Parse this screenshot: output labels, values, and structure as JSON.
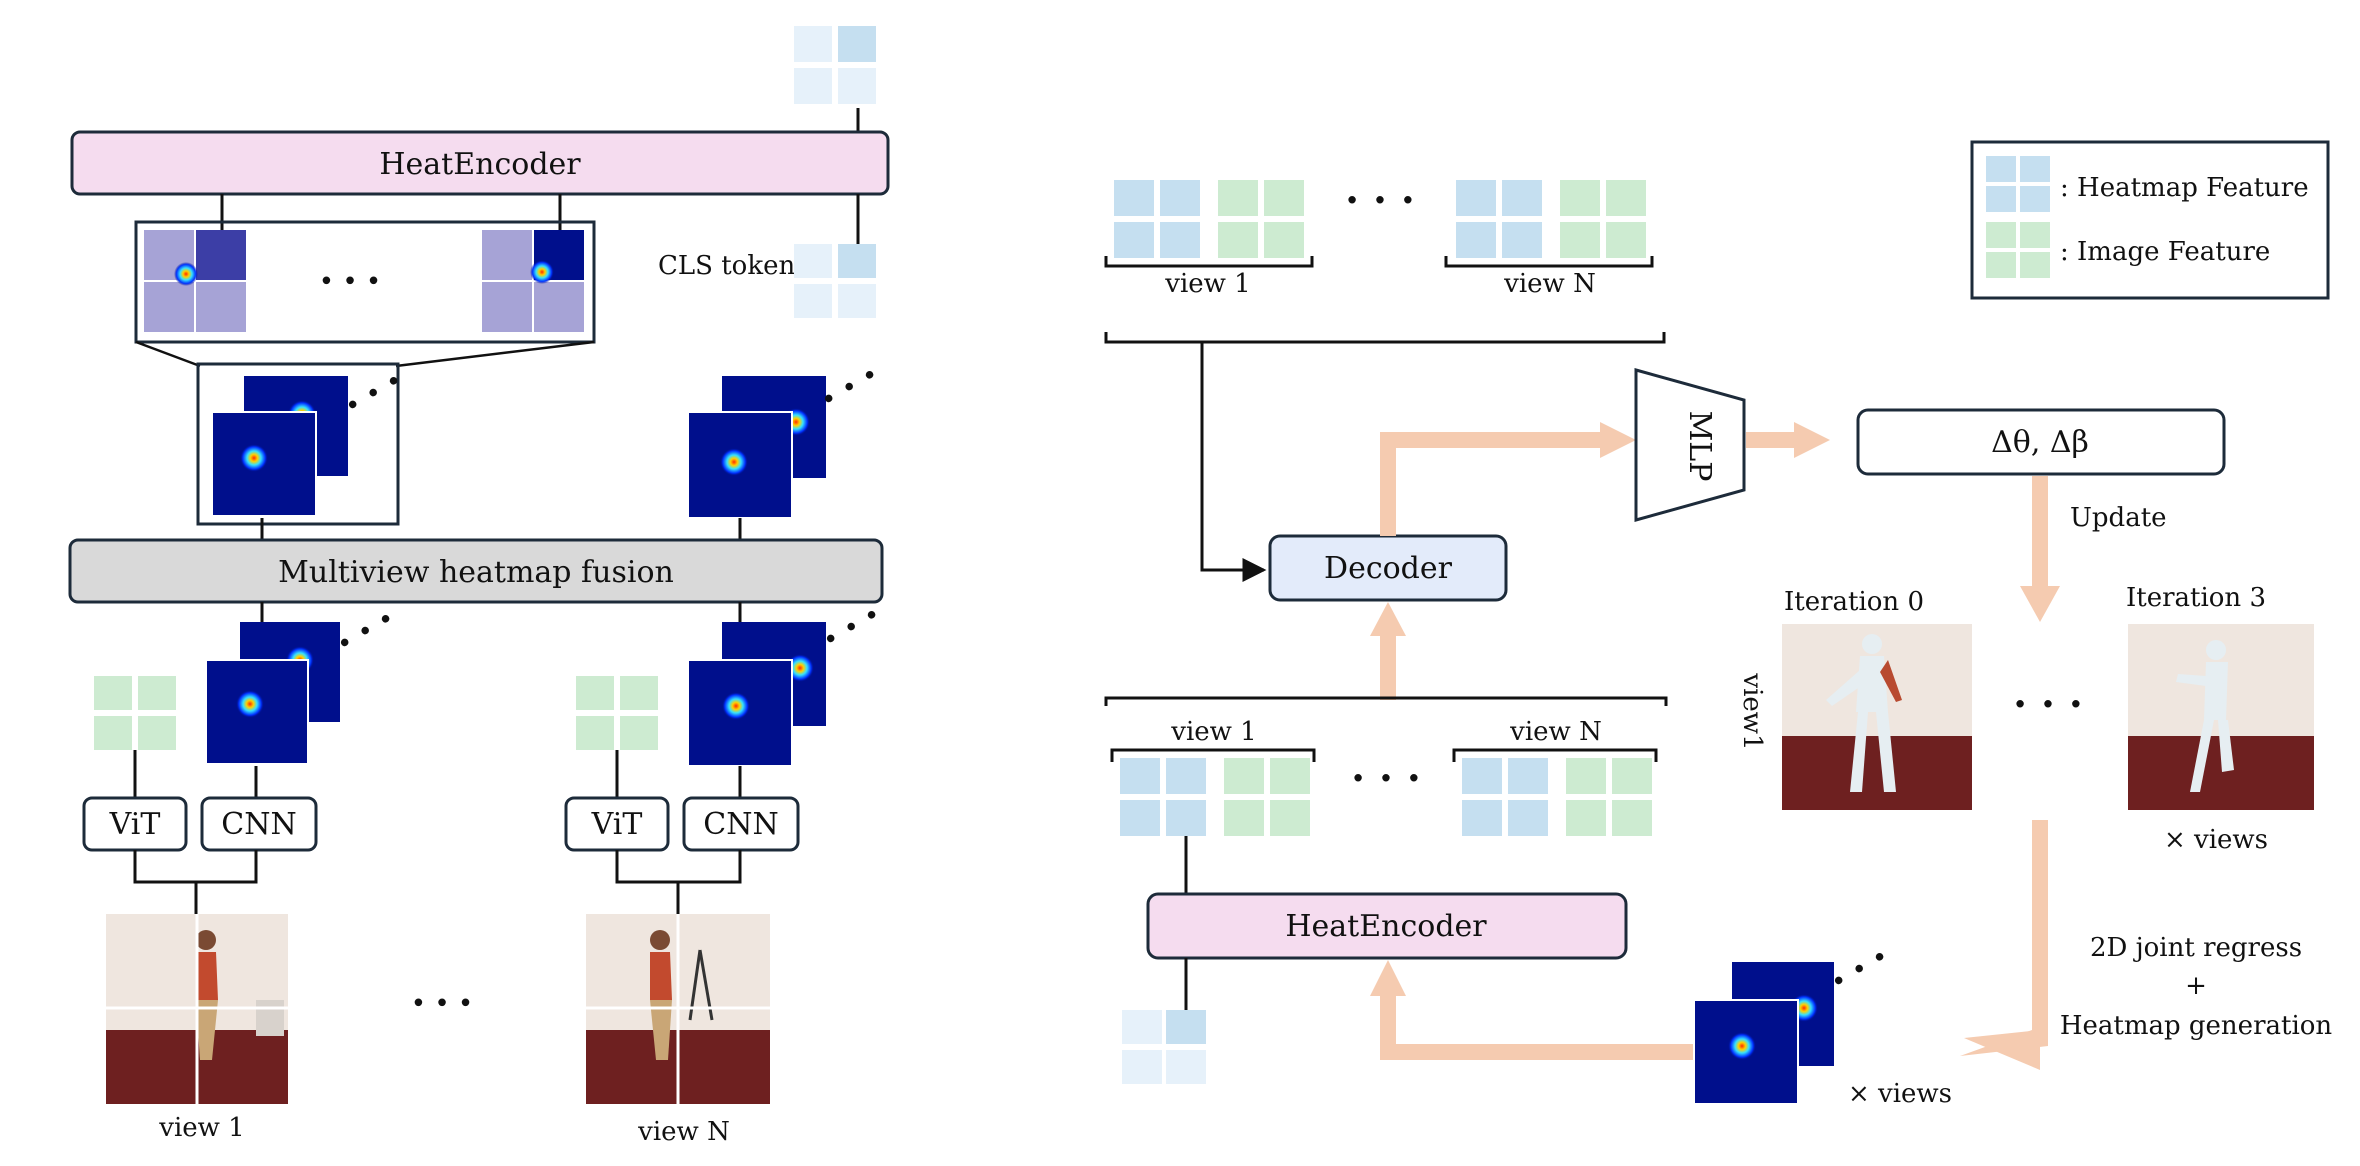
{
  "colors": {
    "heatmap_feature": "#c5dff0",
    "heatmap_feature_light": "#e6f1fa",
    "image_feature": "#cdebd1",
    "heat_encoder_fill": "#f5dcef",
    "decoder_fill": "#e3ebfa",
    "fusion_fill": "#d9d9d9",
    "heatmap_bg": "#000f8c",
    "patch_fill": "#a6a3d6",
    "patch_dark": "#3c3ea6",
    "arrow_peach": "#f5cbb0",
    "outline": "#1d2b3a",
    "floor": "#6e2020",
    "wall": "#efe6df",
    "body_mesh": "#e6eef2"
  },
  "left": {
    "heat_encoder_label": "HeatEncoder",
    "cls_token_label": "CLS token",
    "fusion_label": "Multiview heatmap fusion",
    "vit_label": "ViT",
    "cnn_label": "CNN",
    "view1_label": "view 1",
    "viewN_label": "view N",
    "dots": "• • •"
  },
  "right": {
    "view1_label": "view 1",
    "viewN_label": "view N",
    "mlp_label": "MLP",
    "decoder_label": "Decoder",
    "delta_label": "Δθ,    Δβ",
    "update_label": "Update",
    "heat_encoder_label": "HeatEncoder",
    "iteration0_label": "Iteration 0",
    "iteration3_label": "Iteration 3",
    "view1_vertical": "view1",
    "times_views_top": "× views",
    "times_views_bottom": "× views",
    "regress_line1": "2D joint regress",
    "regress_line2": "+",
    "regress_line3": "Heatmap generation",
    "dots": "· · ·"
  },
  "legend": {
    "heatmap_feature": ": Heatmap Feature",
    "image_feature": ": Image Feature"
  }
}
